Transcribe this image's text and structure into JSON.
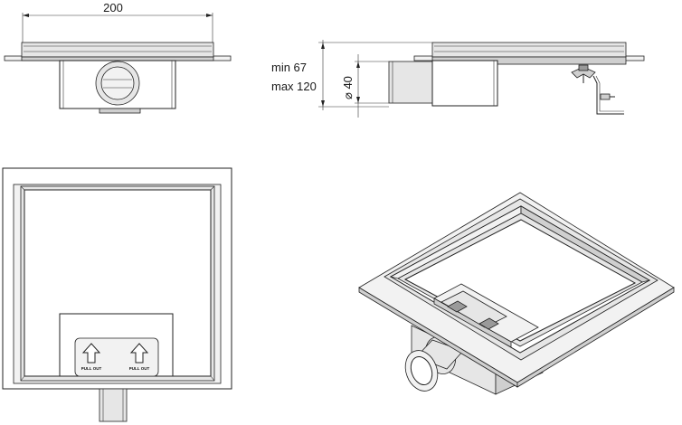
{
  "dimensions": {
    "width_label": "200",
    "min_label": "min 67",
    "max_label": "max 120",
    "diameter_label": "⌀ 40"
  },
  "cover_text": {
    "left": "PULL OUT",
    "right": "PULL OUT"
  }
}
